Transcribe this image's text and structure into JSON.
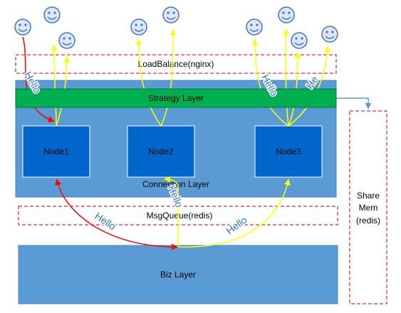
{
  "labels": {
    "load_balance": "LoadBalance(nginx)",
    "strategy": "Strategy Layer",
    "connection": "Connection Layer",
    "node1": "Node1",
    "node2": "Node2",
    "node3": "Node3",
    "msgqueue": "MsgQueue(redis)",
    "biz": "Biz Layer",
    "share_line1": "Share",
    "share_line2": "Mem",
    "share_line3": "(redis)"
  },
  "hello_labels": {
    "top_left": "Hello",
    "top_right_a": "Hello",
    "top_right_b": "He",
    "mid_node2": "Hello",
    "bottom_left": "Hello",
    "bottom_right": "Hello"
  },
  "colors": {
    "connection_fill": "#5b9bd5",
    "node_fill": "#0066cc",
    "strategy_fill": "#00b050",
    "biz_fill": "#5b9bd5",
    "dashed_border": "#c00000",
    "red_arrow": "#ff0000",
    "yellow_arrow": "#ffff00",
    "blue_arrow": "#5b9bd5",
    "hello_text": "#2e75b6",
    "smiley_fill": "#dde8f6",
    "smiley_stroke": "#4472c4"
  },
  "icons": [
    "smiley-icon"
  ]
}
